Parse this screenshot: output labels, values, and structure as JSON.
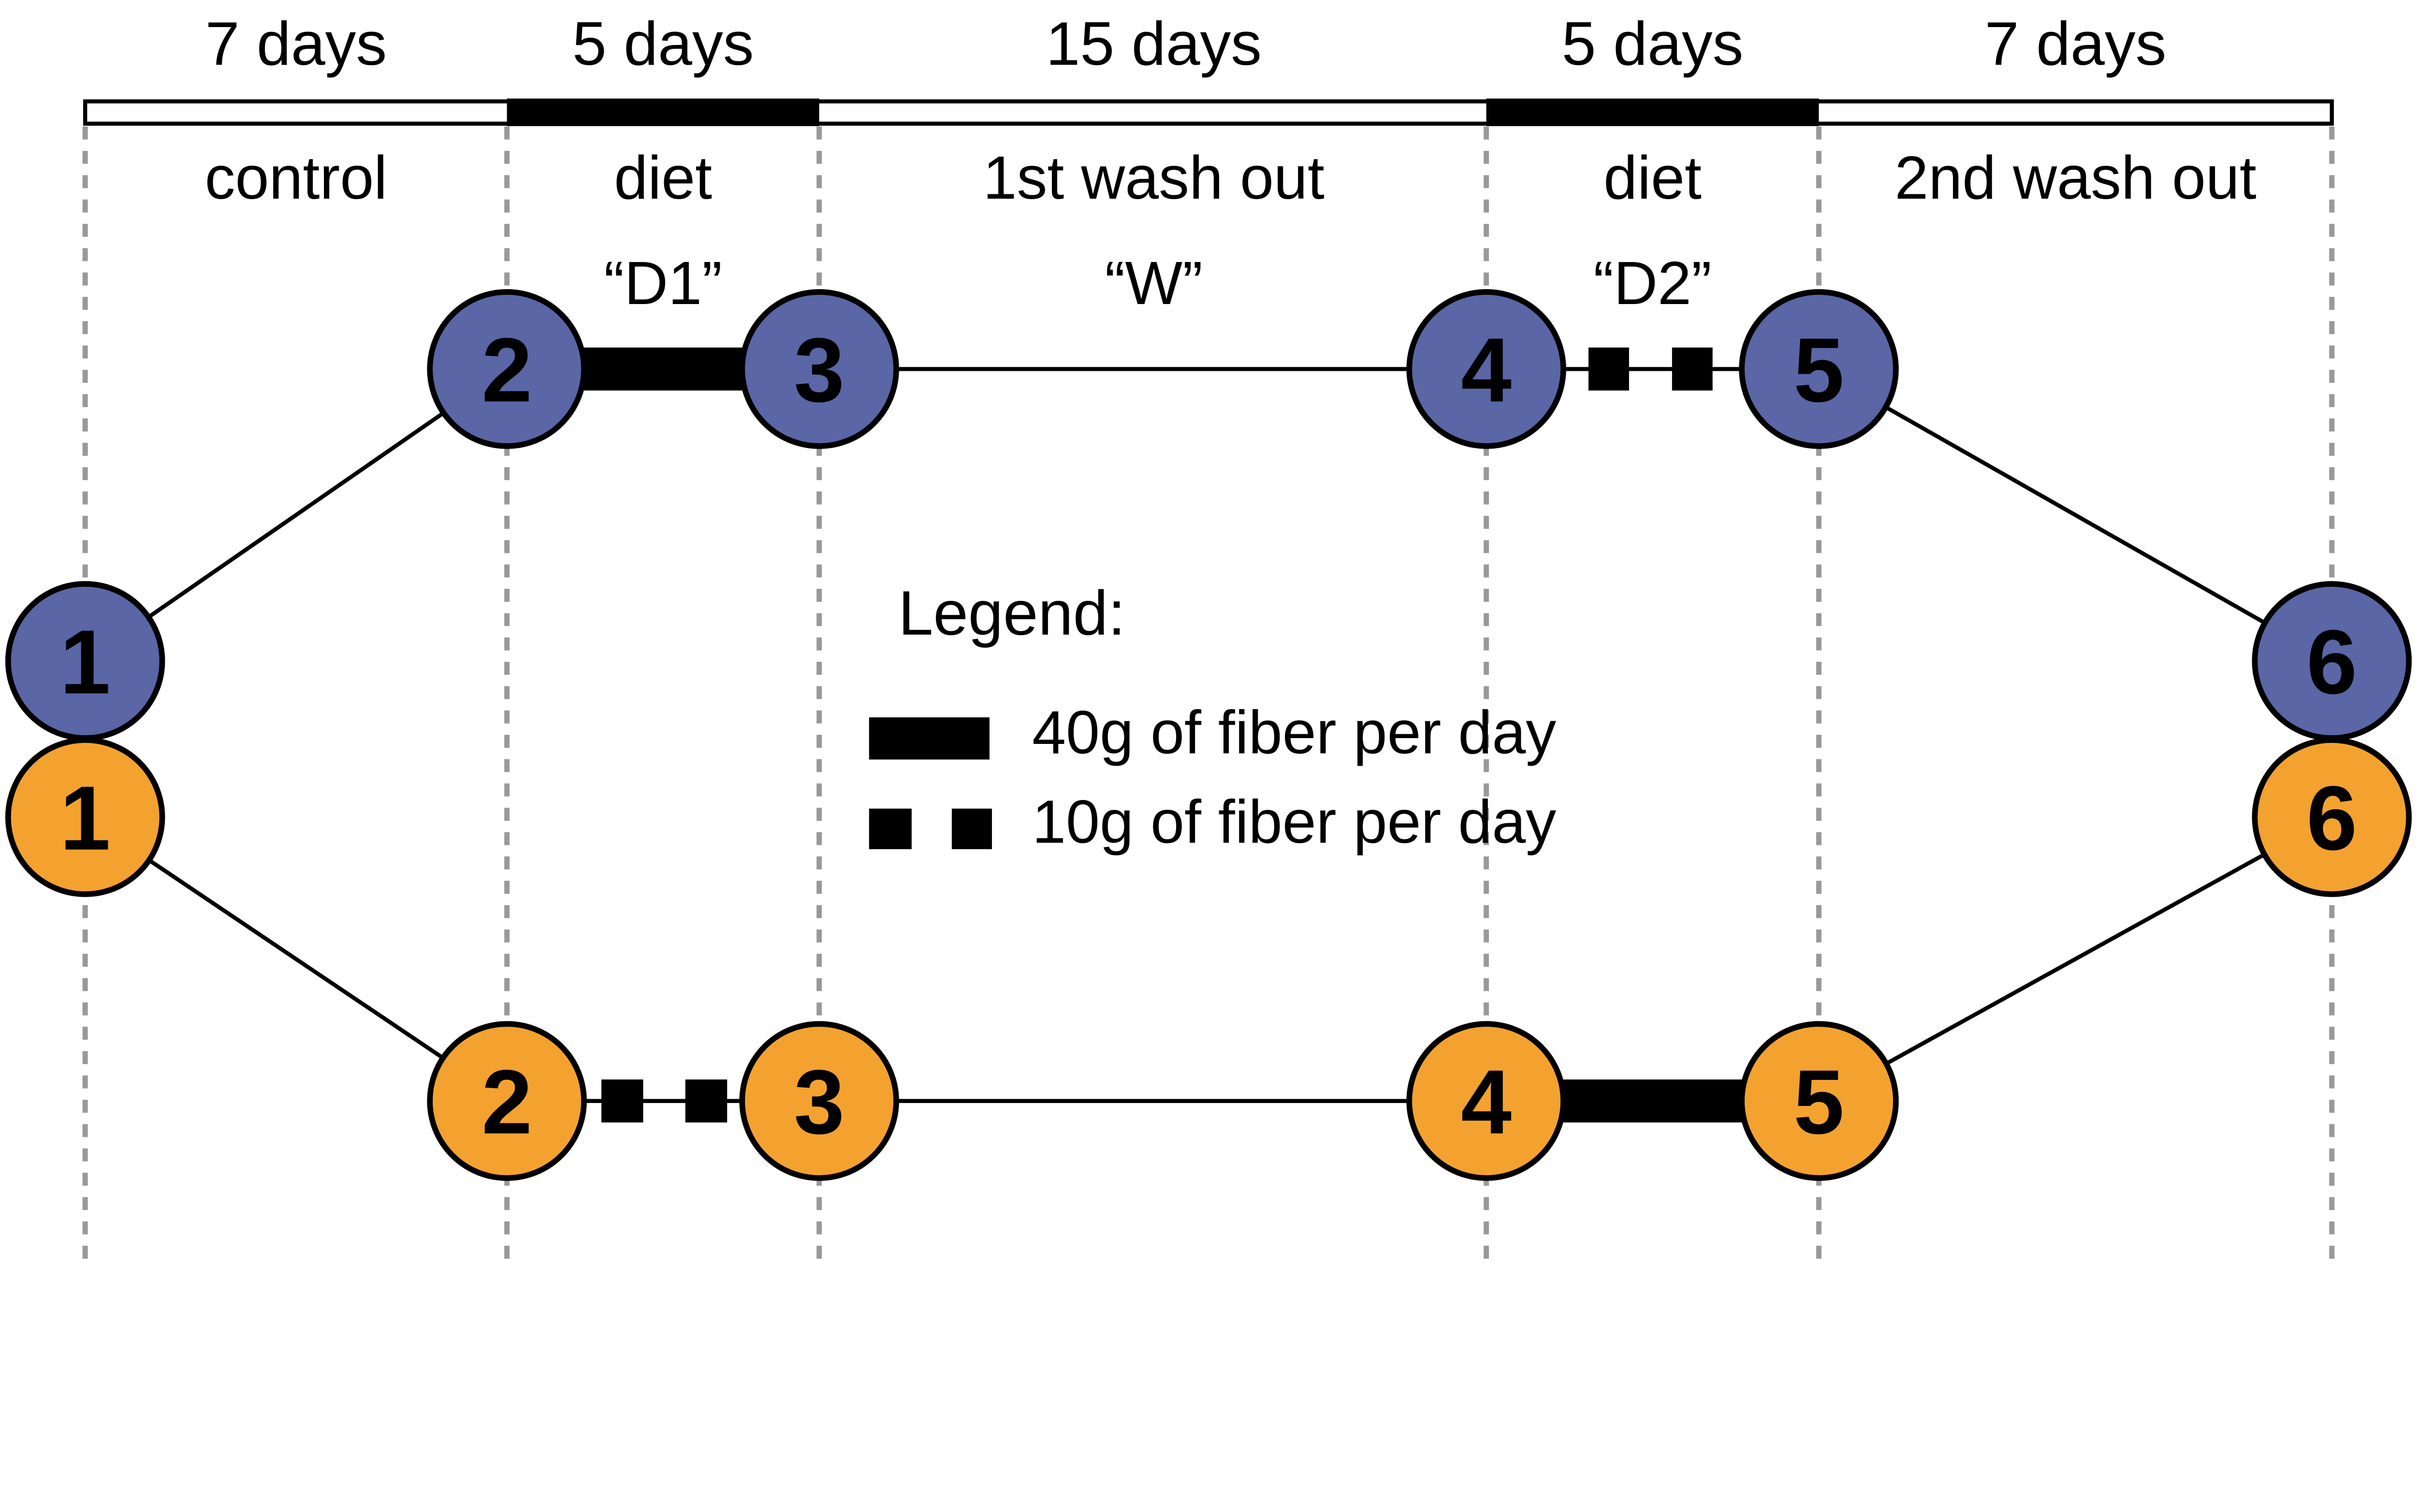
{
  "figure": {
    "type": "crossover-study-design-diagram"
  },
  "colors": {
    "background": "#FFFFFF",
    "line_black": "#000000",
    "boundary_dash": "#999999",
    "node_number_text": "#FFFFFF",
    "blue_arm": "#5A66A5",
    "orange_arm": "#F4A22F"
  },
  "timeline": {
    "sections": [
      {
        "duration": "7 days",
        "phase": "control",
        "code": ""
      },
      {
        "duration": "5 days",
        "phase": "diet",
        "code": "“D1”"
      },
      {
        "duration": "15 days",
        "phase": "1st wash out",
        "code": "“W”"
      },
      {
        "duration": "5 days",
        "phase": "diet",
        "code": "“D2”"
      },
      {
        "duration": "7 days",
        "phase": "2nd wash out",
        "code": ""
      }
    ]
  },
  "arms": {
    "blue": {
      "color": "#5A66A5",
      "nodes": [
        "1",
        "2",
        "3",
        "4",
        "5",
        "6"
      ]
    },
    "orange": {
      "color": "#F4A22F",
      "nodes": [
        "1",
        "2",
        "3",
        "4",
        "5",
        "6"
      ]
    }
  },
  "legend": {
    "title": "Legend:",
    "items": [
      {
        "swatch": "solid-bar",
        "label": "40g of fiber per day"
      },
      {
        "swatch": "two-squares",
        "label": "10g of fiber per day"
      }
    ]
  }
}
